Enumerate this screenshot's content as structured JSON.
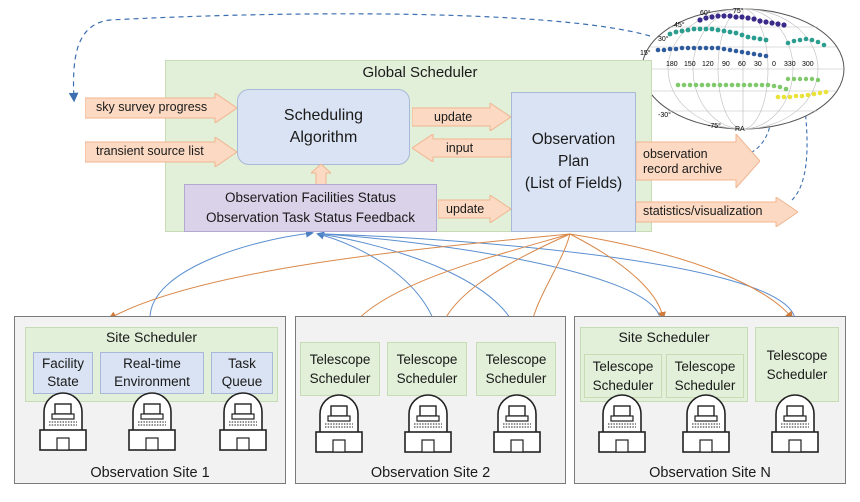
{
  "global_scheduler": {
    "title": "Global Scheduler",
    "algorithm": "Scheduling\nAlgorithm",
    "plan": "Observation\nPlan\n(List of Fields)",
    "status": "Observation Facilities Status\nObservation Task Status Feedback"
  },
  "arrows": {
    "sky_survey_progress": "sky survey progress",
    "transient_source_list": "transient source list",
    "update_top": "update",
    "input": "input",
    "update_bottom": "update",
    "observation_record_archive": "observation\nrecord archive",
    "statistics_visualization": "statistics/visualization"
  },
  "site1": {
    "label": "Observation Site 1",
    "site_scheduler": "Site Scheduler",
    "facility_state": "Facility\nState",
    "environment": "Real-time\nEnvironment",
    "task_queue": "Task\nQueue"
  },
  "site2": {
    "label": "Observation Site 2",
    "ts1": "Telescope\nScheduler",
    "ts2": "Telescope\nScheduler",
    "ts3": "Telescope\nScheduler"
  },
  "siteN": {
    "label": "Observation Site N",
    "site_scheduler": "Site Scheduler",
    "ts1": "Telescope\nScheduler",
    "ts2": "Telescope\nScheduler",
    "ts3": "Telescope\nScheduler"
  },
  "sky_map": {
    "dec_labels": [
      "75°",
      "60°",
      "45°",
      "30°",
      "15°",
      "-30°",
      "-75°"
    ],
    "ra_ticks": [
      "180",
      "150",
      "120",
      "90",
      "60",
      "30",
      "0",
      "330",
      "300"
    ],
    "ra_axis": "RA",
    "colors": {
      "purple": "#3b2a8a",
      "blue": "#2e5a9e",
      "teal": "#2a9d8f",
      "green": "#7fc96b",
      "yellow": "#e8e23a"
    }
  }
}
